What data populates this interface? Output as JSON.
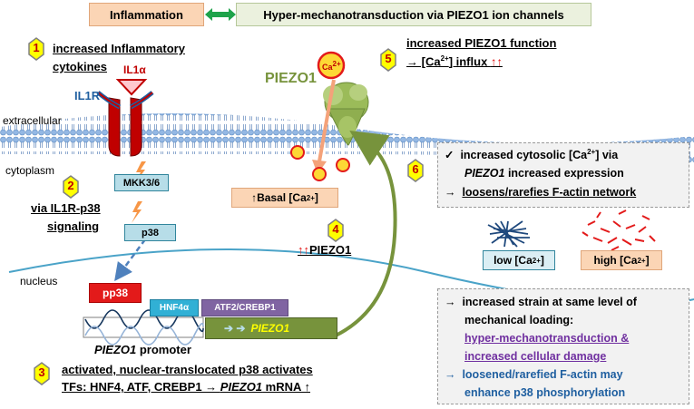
{
  "header": {
    "left_box": "Inflammation",
    "right_box": "Hyper-mechanotransduction via PIEZO1 ion channels"
  },
  "step1": {
    "num": "1",
    "line1": "increased Inflammatory",
    "line2": "cytokines"
  },
  "step2": {
    "num": "2",
    "line1": "via IL1R-p38",
    "line2": "signaling"
  },
  "step3": {
    "num": "3",
    "line1": "activated, nuclear-translocated p38 activates",
    "line2_prefix": "TFs: HNF4, ATF, CREBP1 → ",
    "line2_gene": "PIEZO1",
    "line2_suffix": " mRNA ↑"
  },
  "step4": {
    "num": "4",
    "arrows": "↑↑",
    "label": "PIEZO1"
  },
  "step5": {
    "num": "5",
    "title": "increased PIEZO1 function",
    "line_prefix": "→ [Ca",
    "line_sup": "2+",
    "line_mid": "] influx ",
    "line_arrows": "↑↑"
  },
  "step6": {
    "num": "6",
    "l1_mark": "✓",
    "l1": "increased cytosolic [Ca",
    "l1_sup": "2+",
    "l1_end": "] via",
    "l2_gene": "PIEZO1",
    "l2_rest": " increased expression",
    "l3_mark": "→",
    "l3": "loosens/rarefies F-actin network"
  },
  "labels": {
    "il1a": "IL1α",
    "il1r": "IL1R",
    "piezo1": "PIEZO1",
    "extracellular": "extracellular",
    "cytoplasm": "cytoplasm",
    "nucleus": "nucleus",
    "ca_ion": "Ca",
    "ca_ion_sup": "2+",
    "mkk": "MKK3/6",
    "p38": "p38",
    "pp38": "pp38",
    "hnf4a": "HNF4α",
    "atf2": "ATF2/CREBP1",
    "piezo1_gene": "PIEZO1",
    "promoter_gene": "PIEZO1",
    "promoter_word": " promoter",
    "basal_prefix": "↑Basal [Ca",
    "basal_sup": "2+",
    "basal_end": "]",
    "low_prefix": "low [Ca",
    "low_sup": "2+",
    "low_end": "]",
    "high_prefix": "high [Ca",
    "high_sup": "2+",
    "high_end": "]"
  },
  "bottom_box": {
    "b1_mark": "→",
    "b1_l1": "increased strain at same level of",
    "b1_l2": "mechanical loading:",
    "b1_l3": "hyper-mechanotransduction &",
    "b1_l4": "increased cellular damage",
    "b2_mark": "→",
    "b2_l1": "loosened/rarefied F-actin may",
    "b2_l2": "enhance p38 phosphorylation"
  },
  "colors": {
    "membrane": "#8eb4e3",
    "receptor": "#c00000",
    "box_orange": "#fbd5b5",
    "box_green": "#ebf1de",
    "box_blue": "#b7dde8",
    "pp38": "#e31a1a",
    "hnf4": "#31b0d5",
    "atf": "#8064a2",
    "gene_green": "#77933c",
    "purple_text": "#7030a0",
    "blue_text": "#1f5fa0",
    "dna": "#17375e"
  }
}
